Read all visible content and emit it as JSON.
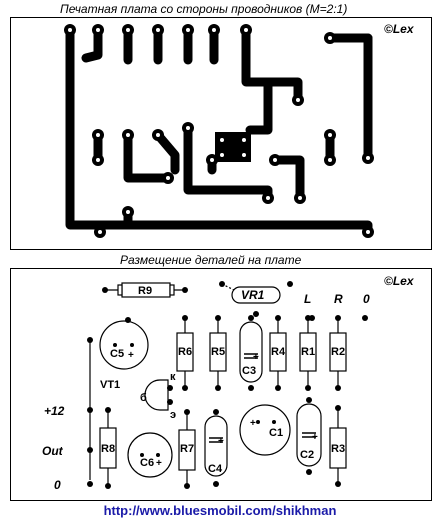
{
  "pcb_title": "Печатная плата  со стороны проводников (M=2:1)",
  "layout_title": "Размещение деталей на плате",
  "copyright_top": "©Lex",
  "copyright_bottom": "©Lex",
  "url": "http://www.bluesmobil.com/shikhman",
  "terminals": {
    "L": "L",
    "R": "R",
    "zero_top": "0",
    "plus12": "+12",
    "out": "Out",
    "zero_left": "0"
  },
  "components": {
    "R9": "R9",
    "VR1": "VR1",
    "C5": "C5",
    "VT1": "VT1",
    "R6": "R6",
    "R5": "R5",
    "C3": "C3",
    "R4": "R4",
    "R1": "R1",
    "R2": "R2",
    "R8": "R8",
    "C6": "C6",
    "R7": "R7",
    "C4": "C4",
    "C1": "C1",
    "C2": "C2",
    "R3": "R3"
  },
  "transistor_pins": {
    "k": "к",
    "b": "б",
    "e": "э"
  },
  "colors": {
    "ink": "#000000",
    "url": "#1a1aa8",
    "background": "#ffffff"
  }
}
